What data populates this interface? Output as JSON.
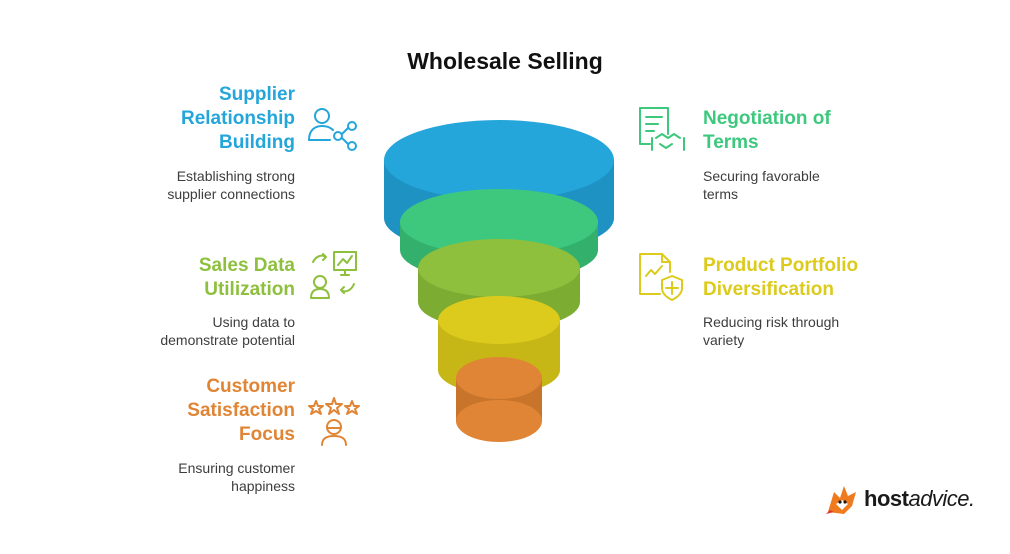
{
  "title": "Wholesale Selling",
  "colors": {
    "blue": "#24A6DA",
    "green": "#3DC87D",
    "lime": "#8EC03E",
    "yellow": "#DCCB1C",
    "orange": "#E08535"
  },
  "items": [
    {
      "heading_lines": [
        "Supplier",
        "Relationship",
        "Building"
      ],
      "desc_lines": [
        "Establishing strong",
        "supplier connections"
      ],
      "icon": "supplier-network-icon",
      "color": "#24A6DA"
    },
    {
      "heading_lines": [
        "Negotiation of",
        "Terms"
      ],
      "desc_lines": [
        "Securing favorable",
        "terms"
      ],
      "icon": "contract-handshake-icon",
      "color": "#3DC87D"
    },
    {
      "heading_lines": [
        "Sales Data",
        "Utilization"
      ],
      "desc_lines": [
        "Using data to",
        "demonstrate potential"
      ],
      "icon": "data-presentation-icon",
      "color": "#8EC03E"
    },
    {
      "heading_lines": [
        "Product Portfolio",
        "Diversification"
      ],
      "desc_lines": [
        "Reducing risk through",
        "variety"
      ],
      "icon": "portfolio-shield-icon",
      "color": "#DCCB1C"
    },
    {
      "heading_lines": [
        "Customer",
        "Satisfaction",
        "Focus"
      ],
      "desc_lines": [
        "Ensuring customer",
        "happiness"
      ],
      "icon": "customer-stars-icon",
      "color": "#E08535"
    }
  ],
  "funnel_layers": [
    {
      "name": "Supplier Relationship Building",
      "color": "#24A6DA",
      "side": "#1E92C2"
    },
    {
      "name": "Negotiation of Terms",
      "color": "#3DC87D",
      "side": "#33B06C"
    },
    {
      "name": "Sales Data Utilization",
      "color": "#8EC03E",
      "side": "#7DAC33"
    },
    {
      "name": "Product Portfolio Diversification",
      "color": "#DCCB1C",
      "side": "#C6B616"
    },
    {
      "name": "Customer Satisfaction Focus",
      "color": "#E08535",
      "side": "#C9742B"
    }
  ],
  "logo": {
    "text_bold": "host",
    "text_italic": "advice.",
    "icon": "hostadvice-fox-logo-icon"
  }
}
